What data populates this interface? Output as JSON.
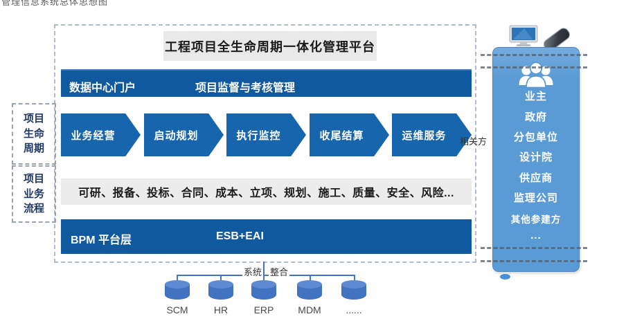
{
  "caption": "管理信息系统总体思想图",
  "platform": {
    "title": "工程项目全生命周期一体化管理平台",
    "portal_left": "数据中心门户",
    "portal_right": "项目监督与考核管理",
    "process_row": "可研、报备、投标、合同、成本、立项、规划、施工、质量、安全、风险...",
    "bpm_left": "BPM  平台层",
    "bpm_center": "ESB+EAI"
  },
  "side_labels": {
    "lifecycle": "项目\n生命\n周期",
    "process": "项目\n业务\n流程"
  },
  "lifecycle_stages": [
    "业务经营",
    "启动规划",
    "执行监控",
    "收尾结算",
    "运维服务"
  ],
  "stakeholders": {
    "label": "相关方",
    "items": [
      "业主",
      "政府",
      "分包单位",
      "设计院",
      "供应商",
      "监理公司",
      "其他参建方",
      "..."
    ]
  },
  "integration": {
    "label_left": "系统",
    "label_right": "整合",
    "systems": [
      "SCM",
      "HR",
      "ERP",
      "MDM",
      "......"
    ]
  },
  "colors": {
    "bar_blue": "#11599e",
    "arrow_blue": "#1765ad",
    "panel_blue": "#5b9bd5",
    "connector_blue": "#4473c4",
    "box_gray": "#ececec"
  }
}
